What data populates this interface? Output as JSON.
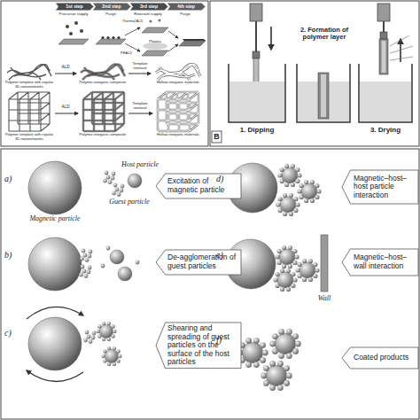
{
  "diagram": {
    "nodes": [
      {
        "text": [
          "1st step"
        ]
      },
      {
        "text": [
          "2nd step"
        ]
      },
      {
        "text": [
          "3rd step"
        ]
      },
      {
        "text": [
          "4th step"
        ]
      },
      {
        "text": [
          "Excitation of magnetic particle"
        ]
      },
      {
        "text": [
          "De-agglomeration of guest particles"
        ]
      },
      {
        "text": [
          "Shearing and spreading of guest particles on the surface of the host particles"
        ]
      },
      {
        "text": [
          "Magnetic–host–host particle interaction"
        ]
      },
      {
        "text": [
          "Magnetic–host–wall interaction"
        ]
      },
      {
        "text": [
          "Coated products"
        ]
      }
    ],
    "labels": [
      "Precursor supply",
      "Purge",
      "Reactant supply",
      "Purge",
      "Thermal ALD",
      "Plasma",
      "PEALD",
      "ALD",
      "Template removal",
      "Polymer template with regular 3D nanonetworks",
      "Polymer-inorganic composite",
      "Hollow inorganic materials",
      "ALD",
      "Template removal",
      "Polymer template with regular 3D nanonetworks",
      "Polymer-inorganic composite",
      "Hollow inorganic materials",
      "1. Dipping",
      "2. Formation of polymer layer",
      "3. Drying",
      "B",
      "a)",
      "Magnetic particle",
      "Host particle",
      "Guest particle",
      "b)",
      "c)",
      "d)",
      "e)",
      "Wall",
      "f)"
    ]
  }
}
